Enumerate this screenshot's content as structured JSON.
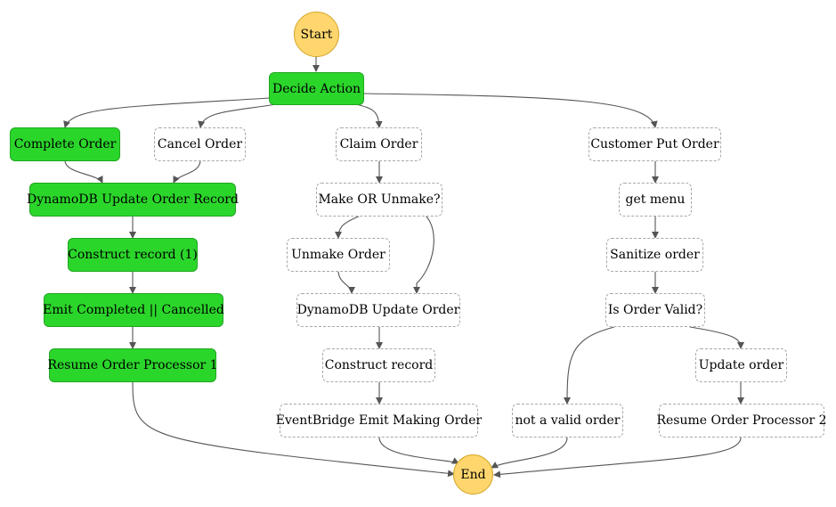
{
  "title": "",
  "colors": {
    "succeeded": "#2bd62b",
    "not_executed": "#ffffff",
    "terminal": "#ffd66e",
    "edge": "#555555"
  },
  "nodes": {
    "start": "Start",
    "decide_action": "Decide Action",
    "complete_order": "Complete Order",
    "cancel_order": "Cancel Order",
    "claim_order": "Claim Order",
    "customer_put_order": "Customer Put Order",
    "dynamodb_update_order_record": "DynamoDB Update Order Record",
    "make_or_unmake": "Make OR Unmake?",
    "get_menu": "get menu",
    "construct_record_1": "Construct record (1)",
    "unmake_order": "Unmake Order",
    "sanitize_order": "Sanitize order",
    "emit_completed_cancelled": "Emit Completed || Cancelled",
    "dynamodb_update_order": "DynamoDB Update Order",
    "is_order_valid": "Is Order Valid?",
    "resume_order_processor_1": "Resume Order Processor 1",
    "construct_record": "Construct record",
    "update_order": "Update order",
    "eventbridge_emit_making_order": "EventBridge Emit Making Order",
    "not_a_valid_order": "not a valid order",
    "resume_order_processor_2": "Resume Order Processor 2",
    "end": "End"
  }
}
